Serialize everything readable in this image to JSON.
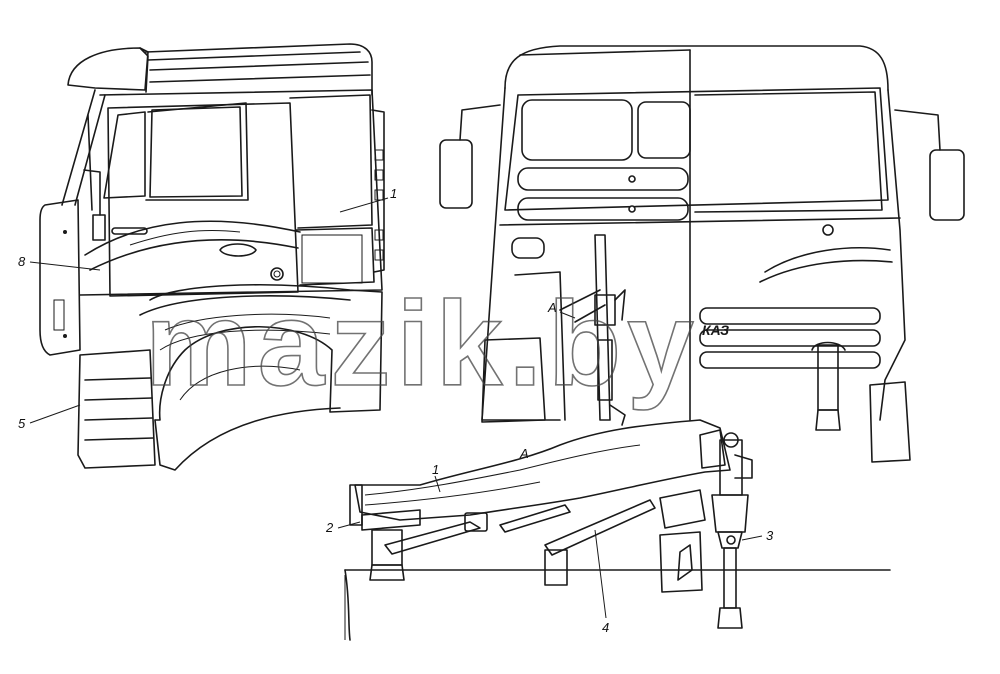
{
  "watermark": "mazik.by",
  "views": {
    "side": {
      "callouts": [
        {
          "id": "1",
          "label": "1"
        },
        {
          "id": "8",
          "label": "8"
        },
        {
          "id": "5",
          "label": "5"
        }
      ]
    },
    "front": {
      "callouts": [
        {
          "id": "A",
          "label": "A"
        }
      ]
    },
    "detail": {
      "title": "A",
      "callouts": [
        {
          "id": "1",
          "label": "1"
        },
        {
          "id": "2",
          "label": "2"
        },
        {
          "id": "3",
          "label": "3"
        },
        {
          "id": "4",
          "label": "4"
        }
      ]
    }
  }
}
